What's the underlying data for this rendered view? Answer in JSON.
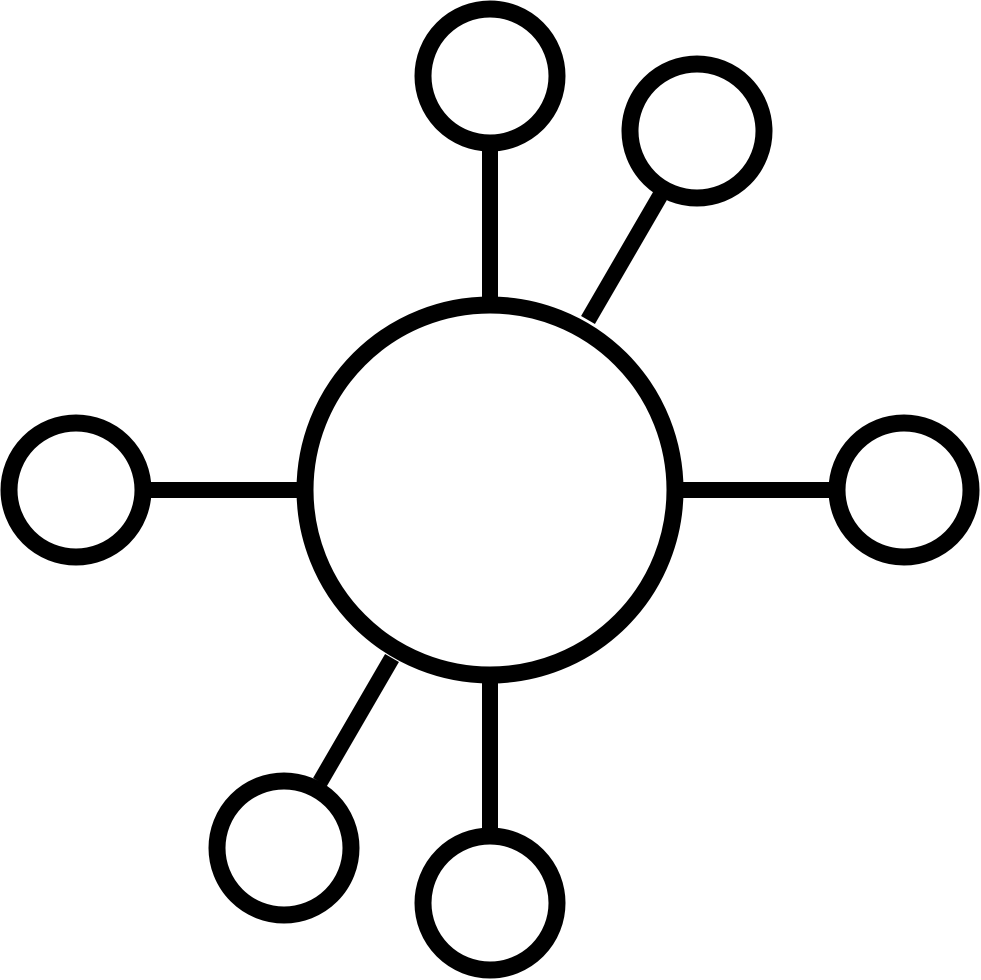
{
  "icon": {
    "name": "network-hub-icon",
    "stroke_color": "#000000",
    "fill_color": "#ffffff",
    "background": "#ffffff",
    "center_node": "hub",
    "satellite_nodes": [
      "top",
      "top-right",
      "right",
      "bottom",
      "bottom-left",
      "left"
    ],
    "edges": [
      [
        "hub",
        "top"
      ],
      [
        "hub",
        "top-right"
      ],
      [
        "hub",
        "right"
      ],
      [
        "hub",
        "bottom"
      ],
      [
        "hub",
        "bottom-left"
      ],
      [
        "hub",
        "left"
      ]
    ]
  }
}
